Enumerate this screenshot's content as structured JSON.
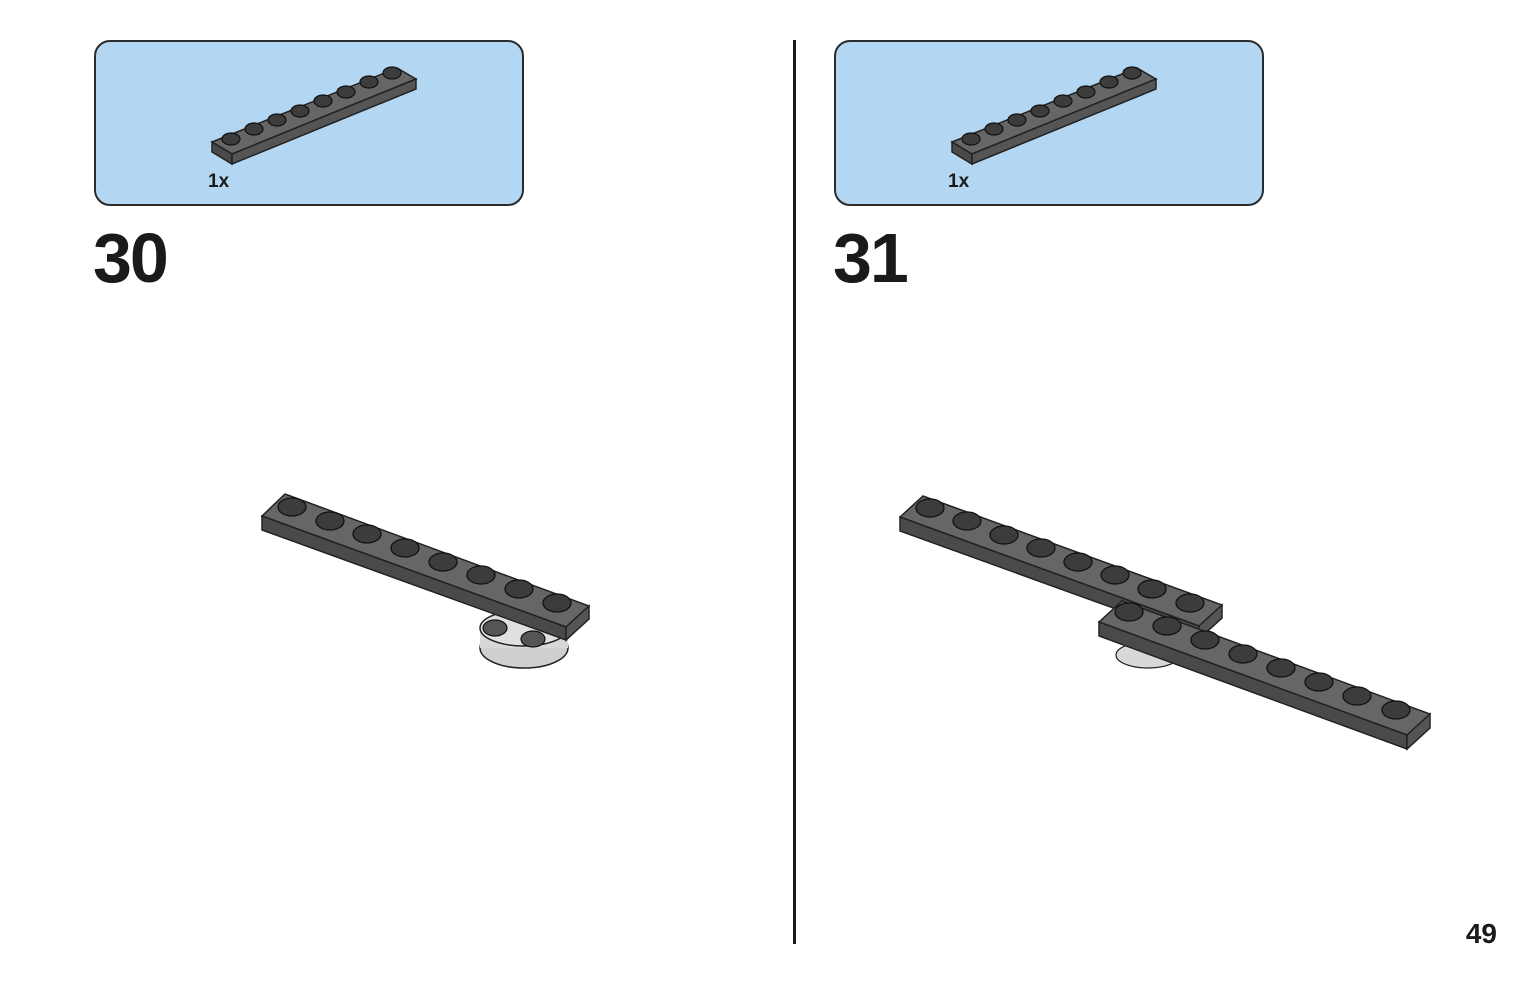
{
  "page": {
    "number": "49"
  },
  "steps": [
    {
      "number": "30",
      "part": {
        "quantity": "1x",
        "name-icon": "plate-1x8-dark-grey-icon"
      }
    },
    {
      "number": "31",
      "part": {
        "quantity": "1x",
        "name-icon": "plate-1x8-dark-grey-icon"
      }
    }
  ],
  "colors": {
    "callout_bg": "#b3d7f2",
    "brick_dark_grey": "#5a5a5a",
    "brick_light_grey": "#c8c8c8"
  }
}
